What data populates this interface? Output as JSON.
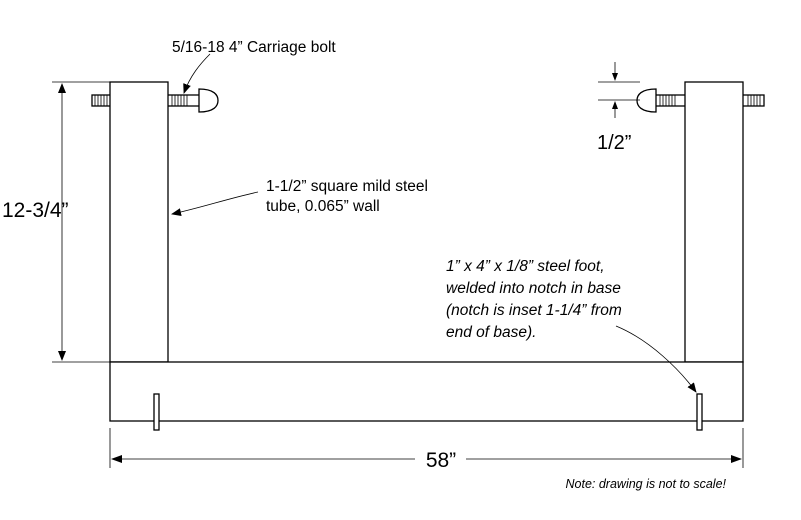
{
  "labels": {
    "bolt": "5/16-18 4” Carriage bolt",
    "height": "12-3/4”",
    "bolt_offset": "1/2”",
    "tube_line1": "1-1/2” square mild steel",
    "tube_line2": "tube, 0.065” wall",
    "foot_line1": "1” x 4” x 1/8” steel foot,",
    "foot_line2": "welded into notch in base",
    "foot_line3": "(notch is inset 1-1/4” from",
    "foot_line4": "end of base).",
    "width": "58”",
    "note": "Note: drawing is not to scale!"
  }
}
